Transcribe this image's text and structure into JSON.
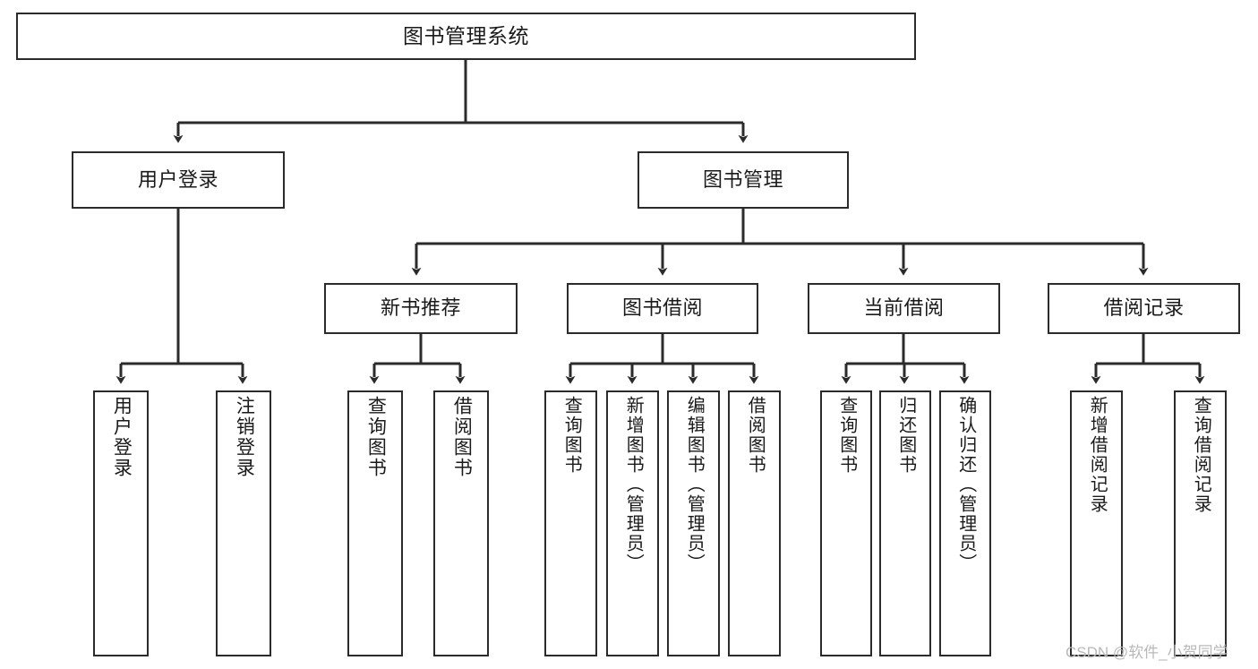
{
  "diagram": {
    "title": "图书管理系统",
    "type": "hierarchy-tree",
    "background": "#ffffff",
    "line_color": "#2b2b2b",
    "box_fill": "#ffffff",
    "levels": 4
  },
  "nodes": {
    "root": {
      "label": "图书管理系统"
    },
    "level2": [
      {
        "id": "user-login",
        "label": "用户登录"
      },
      {
        "id": "book-manage",
        "label": "图书管理"
      }
    ],
    "level3": [
      {
        "id": "new-book-rec",
        "label": "新书推荐"
      },
      {
        "id": "book-borrow",
        "label": "图书借阅"
      },
      {
        "id": "current-borrow",
        "label": "当前借阅"
      },
      {
        "id": "borrow-record",
        "label": "借阅记录"
      }
    ],
    "leaves": {
      "user_login": [
        {
          "id": "leaf-user-login",
          "label": "用户登录"
        },
        {
          "id": "leaf-logout",
          "label": "注销登录"
        }
      ],
      "new_book_rec": [
        {
          "id": "leaf-query-book-1",
          "label": "查询图书"
        },
        {
          "id": "leaf-borrow-book-1",
          "label": "借阅图书"
        }
      ],
      "book_borrow": [
        {
          "id": "leaf-query-book-2",
          "label": "查询图书"
        },
        {
          "id": "leaf-add-book",
          "label": "新增图书（管理员）"
        },
        {
          "id": "leaf-edit-book",
          "label": "编辑图书（管理员）"
        },
        {
          "id": "leaf-borrow-book-2",
          "label": "借阅图书"
        }
      ],
      "current_borrow": [
        {
          "id": "leaf-query-book-3",
          "label": "查询图书"
        },
        {
          "id": "leaf-return-book",
          "label": "归还图书"
        },
        {
          "id": "leaf-confirm-return",
          "label": "确认归还（管理员）"
        }
      ],
      "borrow_record": [
        {
          "id": "leaf-add-record",
          "label": "新增借阅记录"
        },
        {
          "id": "leaf-query-record",
          "label": "查询借阅记录"
        }
      ]
    }
  },
  "watermark": {
    "text": "CSDN @软件_小贺同学"
  }
}
